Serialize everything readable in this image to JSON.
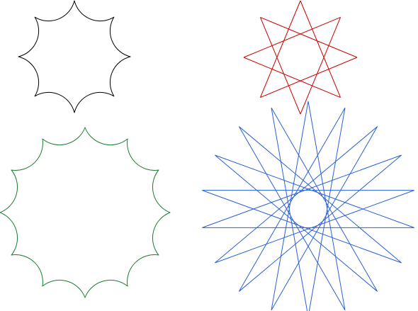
{
  "figures": [
    {
      "id": "hypocycloid-black",
      "kind": "scalloped",
      "points": 8,
      "color": "#000000"
    },
    {
      "id": "star-red",
      "kind": "star",
      "points": 8,
      "color": "#cc0000"
    },
    {
      "id": "hypocycloid-green",
      "kind": "scalloped",
      "points": 12,
      "color": "#1a7a2e"
    },
    {
      "id": "star-blue",
      "kind": "star",
      "points": 18,
      "color": "#2a5fd8"
    }
  ]
}
